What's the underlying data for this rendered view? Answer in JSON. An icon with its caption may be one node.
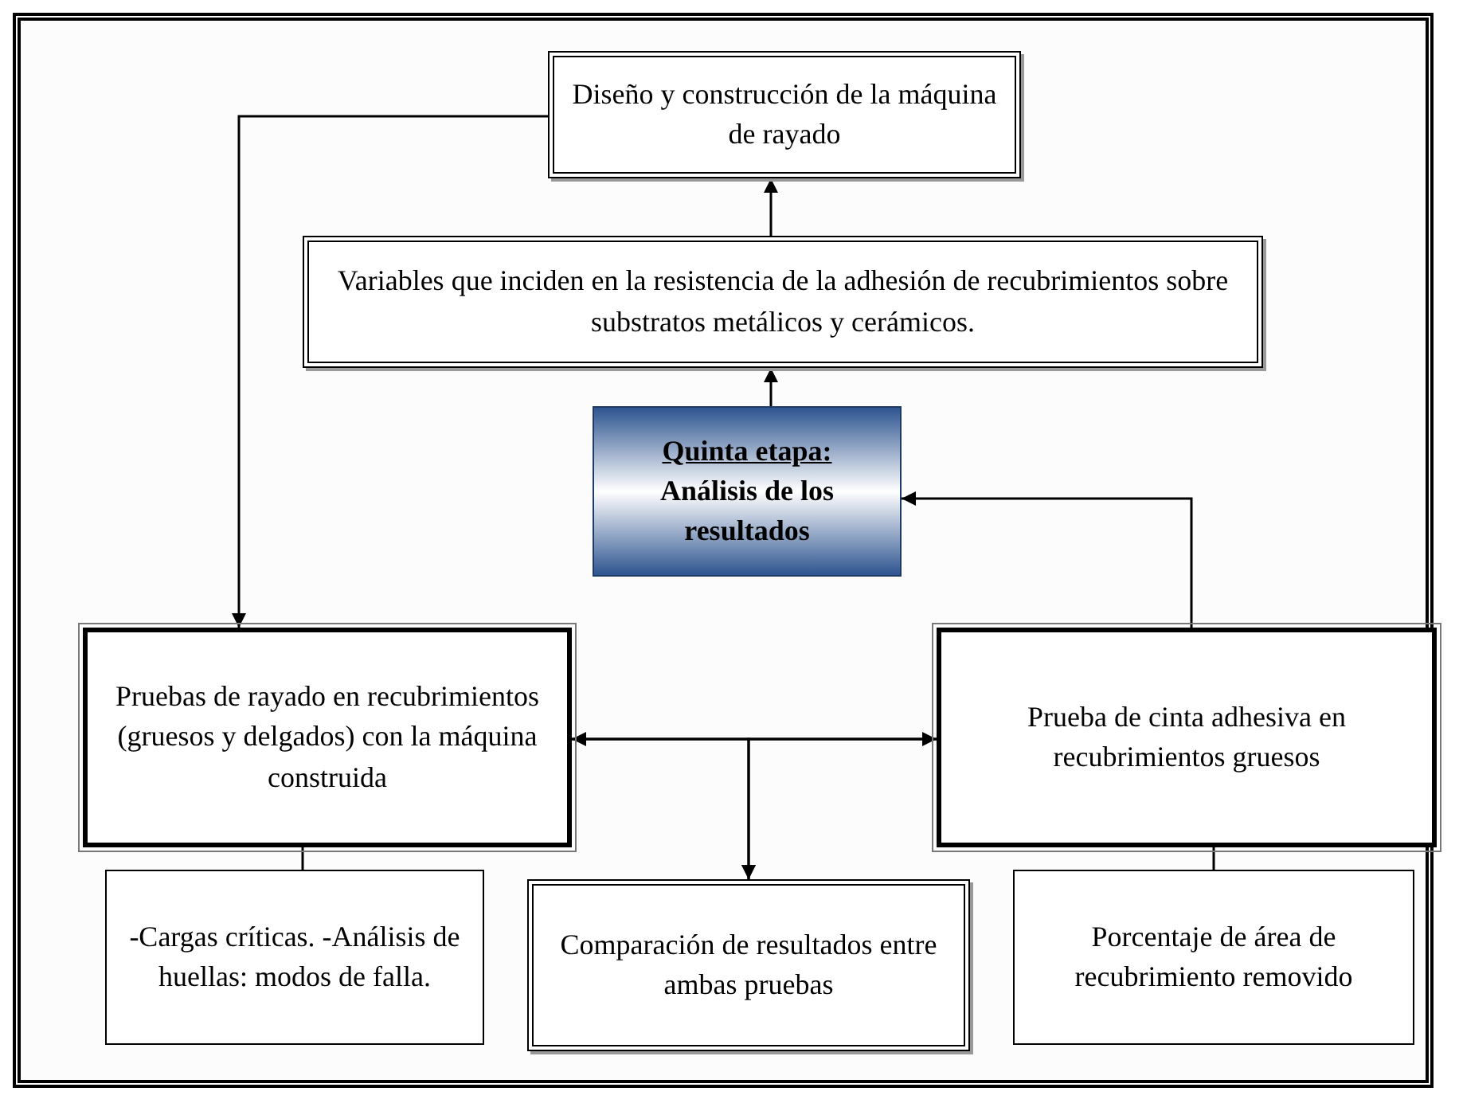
{
  "diagram": {
    "nodes": [
      {
        "text": [
          "Diseño y construcción de la máquina de rayado"
        ]
      },
      {
        "text": [
          "Variables que inciden en la resistencia de la adhesión de recubrimientos sobre substratos metálicos y cerámicos."
        ]
      },
      {
        "text": [
          "Quinta etapa:",
          "Análisis de los resultados"
        ]
      },
      {
        "text": [
          "Pruebas de rayado en recubrimientos (gruesos y delgados) con la máquina construida"
        ]
      },
      {
        "text": [
          "Prueba de cinta adhesiva en recubrimientos gruesos"
        ]
      },
      {
        "text": [
          "-Cargas críticas. -Análisis de huellas: modos de falla."
        ]
      },
      {
        "text": [
          "Comparación de resultados entre ambas pruebas"
        ]
      },
      {
        "text": [
          "Porcentaje de área de recubrimiento removido"
        ]
      }
    ],
    "edges": [
      {
        "from": 2,
        "to": 1,
        "arrow": "to"
      },
      {
        "from": 1,
        "to": 0,
        "arrow": "to"
      },
      {
        "from": 0,
        "to": 3,
        "arrow": "to"
      },
      {
        "from": 4,
        "to": 2,
        "arrow": "to"
      },
      {
        "from": 3,
        "to": 4,
        "arrow": "both"
      },
      {
        "from": 3,
        "to": 6,
        "arrow": "to"
      },
      {
        "from": 4,
        "to": 6,
        "arrow": "to"
      },
      {
        "from": 3,
        "to": 5,
        "arrow": "none"
      },
      {
        "from": 4,
        "to": 7,
        "arrow": "none"
      }
    ]
  }
}
